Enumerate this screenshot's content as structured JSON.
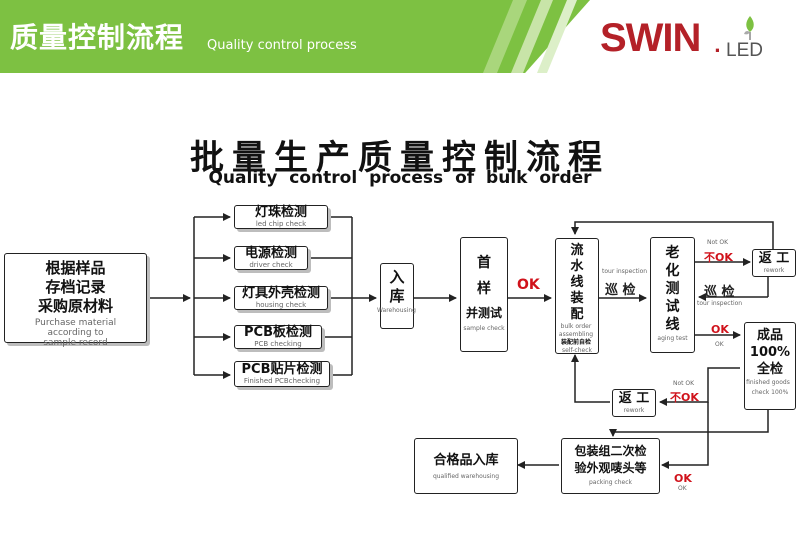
{
  "header": {
    "title_zh": "质量控制流程",
    "title_en": "Quality control process",
    "logo": {
      "main": "SWIN",
      "dot": ".",
      "sub": "LED"
    },
    "colors": {
      "banner": "#7dc142",
      "brand": "#b42128",
      "ok": "#d0121b"
    }
  },
  "diagram": {
    "title_zh": "批量生产质量控制流程",
    "title_en": "Quality control process of bulk order",
    "source": {
      "line1": "根据样品",
      "line2": "存档记录",
      "line3": "采购原材料",
      "en_line1": "Purchase material",
      "en_line2": "according to",
      "en_line3": "sample record"
    },
    "checks": [
      {
        "zh": "灯珠检测",
        "en": "led chip check"
      },
      {
        "zh": "电源检测",
        "en": "driver check"
      },
      {
        "zh": "灯具外壳检测",
        "en": "housing check"
      },
      {
        "zh": "PCB板检测",
        "en": "PCB checking"
      },
      {
        "zh": "PCB贴片检测",
        "en": "Finished PCBchecking"
      }
    ],
    "warehousing": {
      "zh1": "入",
      "zh2": "库",
      "en": "Warehousing"
    },
    "sample_check": {
      "zh1": "首",
      "zh2": "样",
      "zh3": "并测试",
      "en": "sample check"
    },
    "ok_1": "OK",
    "assembly": {
      "zh1": "流",
      "zh2": "水",
      "zh3": "线",
      "zh4": "装",
      "zh5": "配",
      "en1": "bulk order",
      "en2": "assembling",
      "zh6": "装配前自检",
      "en3": "self-check"
    },
    "tour_1": {
      "en": "tour inspection",
      "zh": "巡 检"
    },
    "aging": {
      "zh1": "老",
      "zh2": "化",
      "zh3": "测",
      "zh4": "试",
      "zh5": "线",
      "en": "aging test"
    },
    "not_ok_1": {
      "en": "Not OK",
      "zh": "不OK"
    },
    "rework_1": {
      "zh": "返 工",
      "en": "rework"
    },
    "tour_2": {
      "zh": "巡 检",
      "en": "tour inspection"
    },
    "ok_2": {
      "zh": "OK",
      "en": "OK"
    },
    "finished": {
      "zh1": "成品",
      "zh2": "100%",
      "zh3": "全检",
      "en1": "finished goods",
      "en2": "check 100%"
    },
    "not_ok_2": {
      "en": "Not OK",
      "zh": "不OK"
    },
    "rework_2": {
      "zh": "返 工",
      "en": "rework"
    },
    "packing": {
      "zh1": "包装组二次检",
      "zh2": "验外观唛头等",
      "en": "packing check"
    },
    "ok_3": {
      "zh": "OK",
      "en": "OK"
    },
    "qualified": {
      "zh": "合格品入库",
      "en": "qualified  warehousing"
    }
  }
}
